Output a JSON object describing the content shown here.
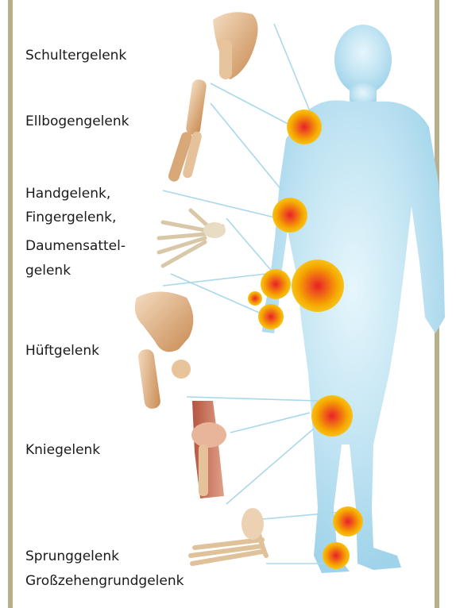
{
  "labels": {
    "shoulder": "Schultergelenk",
    "elbow": "Ellbogengelenk",
    "hand_line1": "Handgelenk,",
    "hand_line2": "Fingergelenk,",
    "hand_line3": "Daumensattel-",
    "hand_line4": "gelenk",
    "hip": "Hüftgelenk",
    "knee": "Kniegelenk",
    "ankle": "Sprunggelenk",
    "toe": "Großzehengrundgelenk"
  },
  "colors": {
    "border": "#b7b08a",
    "body": "#bfe3f2",
    "hotspot_outer": "#f5b800",
    "hotspot_inner": "#e8202a",
    "bone": "#e0b88a",
    "connector": "#a9d8ea"
  },
  "icons": [
    "shoulder-bone-icon",
    "elbow-bone-icon",
    "hand-bone-icon",
    "hip-bone-icon",
    "knee-bone-icon",
    "foot-bone-icon"
  ]
}
